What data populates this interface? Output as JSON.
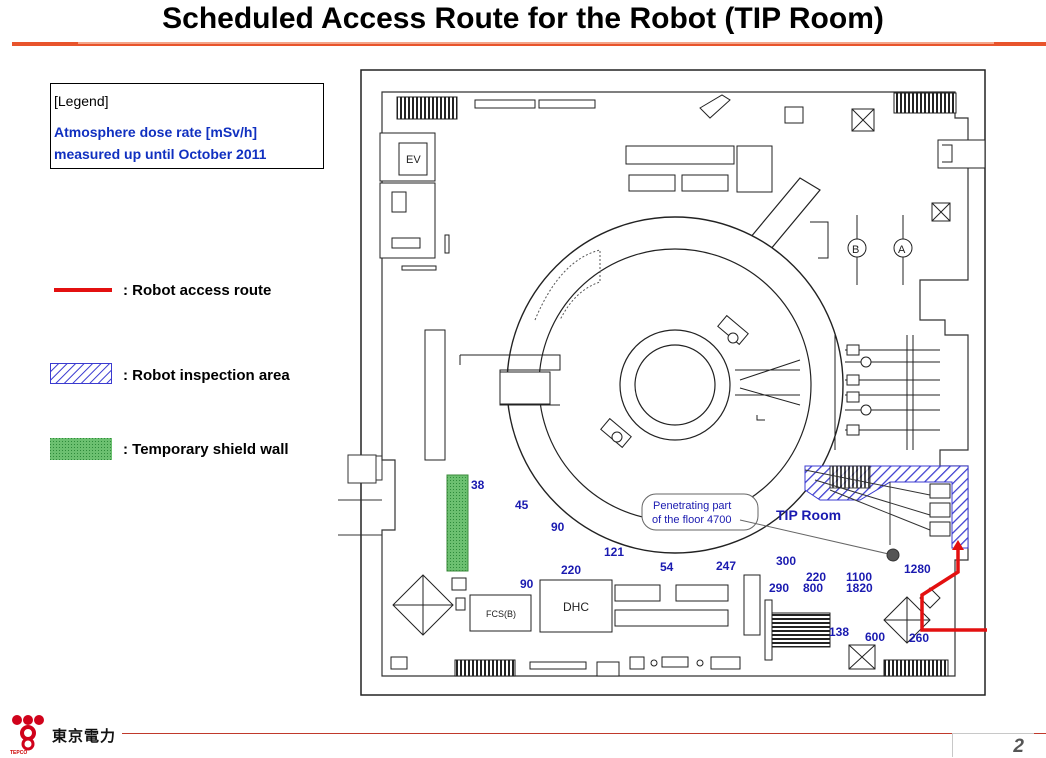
{
  "title": "Scheduled Access Route for the Robot (TIP Room)",
  "legend": {
    "header": "[Legend]",
    "line1": "Atmosphere dose rate [mSv/h]",
    "line2": "measured up until October 2011",
    "route_label": ": Robot access route",
    "inspection_label": ": Robot inspection area",
    "shield_label": ": Temporary shield wall"
  },
  "plan": {
    "ev_label": "EV",
    "dhc_label": "DHC",
    "fcs_label": "FCS(B)",
    "a_label": "A",
    "b_label": "B",
    "tip_room": "TIP Room",
    "penetration_line1": "Penetrating part",
    "penetration_line2": "of the floor 4700",
    "doses": [
      "38",
      "45",
      "90",
      "121",
      "220",
      "90",
      "54",
      "247",
      "300",
      "290",
      "220",
      "800",
      "1100",
      "1820",
      "1280",
      "138",
      "600",
      "260"
    ]
  },
  "colors": {
    "route": "#e31010",
    "inspection": "#3b3bd0",
    "shield": "#4caf50",
    "dose_text": "#1a1ab0",
    "title_rule": "#e8542c"
  },
  "footer": {
    "company": "東京電力",
    "company_small": "TEPCO",
    "page": "2"
  }
}
